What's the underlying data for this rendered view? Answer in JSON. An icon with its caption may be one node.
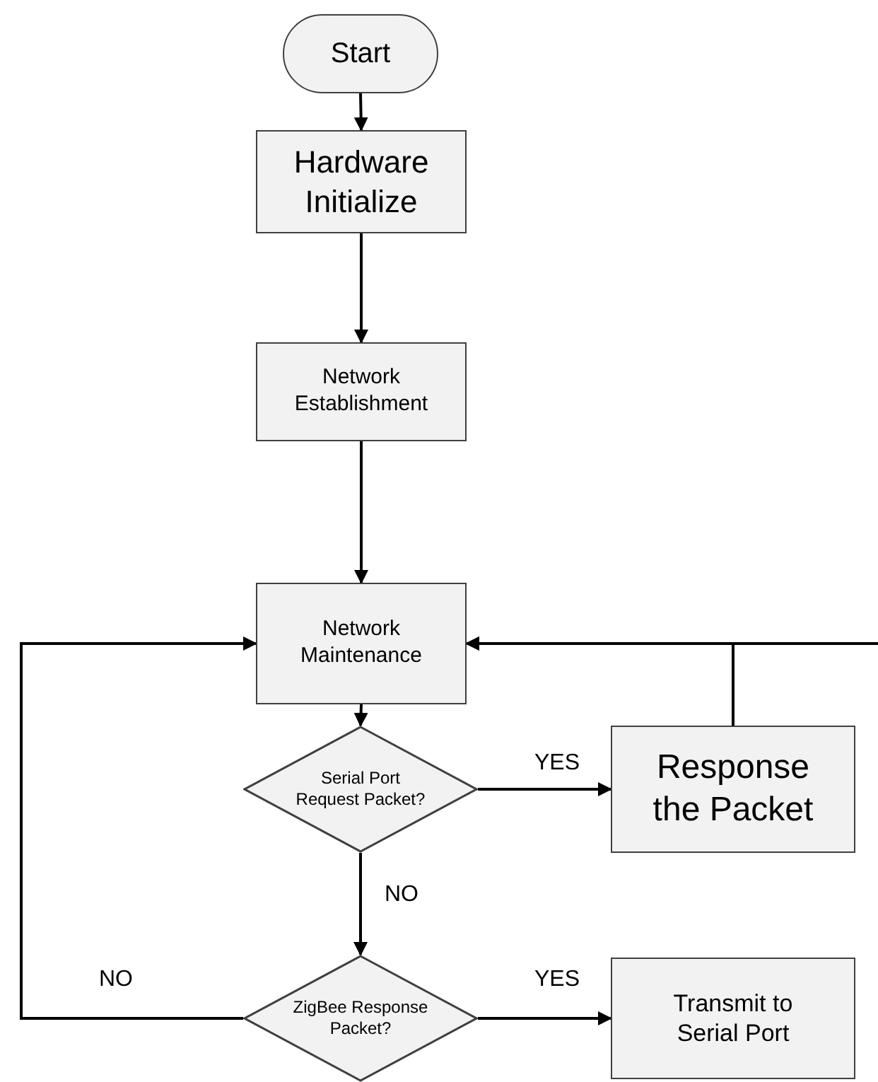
{
  "diagram": {
    "nodes": [
      {
        "text": [
          "Start"
        ]
      },
      {
        "text": [
          "Hardware Initialize"
        ]
      },
      {
        "text": [
          "Network Establishment"
        ]
      },
      {
        "text": [
          "Network Maintenance"
        ]
      },
      {
        "text": [
          "Serial Port Request Packet?"
        ]
      },
      {
        "text": [
          "Response the Packet"
        ]
      },
      {
        "text": [
          "ZigBee Response Packet?"
        ]
      },
      {
        "text": [
          "Transmit to Serial Port"
        ]
      }
    ],
    "edges": [
      {
        "from": 0,
        "to": 1,
        "arrow": "to"
      },
      {
        "from": 1,
        "to": 2,
        "arrow": "to"
      },
      {
        "from": 2,
        "to": 3,
        "arrow": "to"
      },
      {
        "from": 3,
        "to": 4,
        "arrow": "to"
      },
      {
        "from": 4,
        "to": 5,
        "arrow": "to",
        "label": "YES"
      },
      {
        "from": 5,
        "to": 3,
        "arrow": "to"
      },
      {
        "from": 4,
        "to": 6,
        "arrow": "to",
        "label": "NO"
      },
      {
        "from": 6,
        "to": 3,
        "arrow": "to",
        "label": "NO"
      },
      {
        "from": 6,
        "to": 7,
        "arrow": "to",
        "label": "YES"
      },
      {
        "from": null,
        "to": 3,
        "arrow": "to"
      }
    ]
  }
}
